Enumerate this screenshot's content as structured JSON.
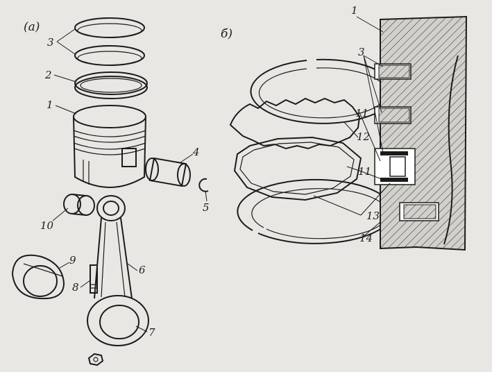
{
  "panels": {
    "a": "(a)",
    "b": "б)"
  },
  "labels": {
    "l3a": "3",
    "l2": "2",
    "l1a": "1",
    "l4": "4",
    "l5": "5",
    "l10": "10",
    "l9": "9",
    "l6": "6",
    "l8": "8",
    "l7": "7",
    "l1b": "1",
    "l3b": "3",
    "l11a": "11",
    "l12": "12",
    "l11b": "11",
    "l13": "13",
    "l14": "14"
  },
  "colors": {
    "paper": "#e9e7e3",
    "ink": "#1b1b1b",
    "section_fill": "#cfcdc8"
  }
}
